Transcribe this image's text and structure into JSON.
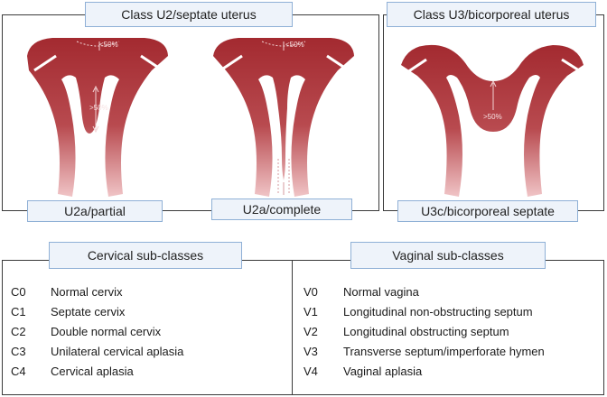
{
  "top": {
    "u2_title": "Class U2/septate uterus",
    "u3_title": "Class U3/bicorporeal uterus",
    "u2a_partial": "U2a/partial",
    "u2a_complete": "U2a/complete",
    "u3c": "U3c/bicorporeal septate",
    "lt50_1": "<50%",
    "gt50_1": ">50%",
    "lt50_2": "<50%",
    "gt50_3": ">50%"
  },
  "cervical": {
    "title": "Cervical sub-classes",
    "items": [
      {
        "code": "C0",
        "label": "Normal cervix"
      },
      {
        "code": "C1",
        "label": "Septate cervix"
      },
      {
        "code": "C2",
        "label": "Double normal cervix"
      },
      {
        "code": "C3",
        "label": "Unilateral cervical aplasia"
      },
      {
        "code": "C4",
        "label": "Cervical aplasia"
      }
    ]
  },
  "vaginal": {
    "title": "Vaginal sub-classes",
    "items": [
      {
        "code": "V0",
        "label": "Normal vagina"
      },
      {
        "code": "V1",
        "label": "Longitudinal non-obstructing septum"
      },
      {
        "code": "V2",
        "label": "Longitudinal obstructing septum"
      },
      {
        "code": "V3",
        "label": "Transverse septum/imperforate hymen"
      },
      {
        "code": "V4",
        "label": "Vaginal aplasia"
      }
    ]
  },
  "colors": {
    "uterus": "#a32a30",
    "tag_bg": "#eef3fa",
    "tag_border": "#8fb0d6"
  }
}
